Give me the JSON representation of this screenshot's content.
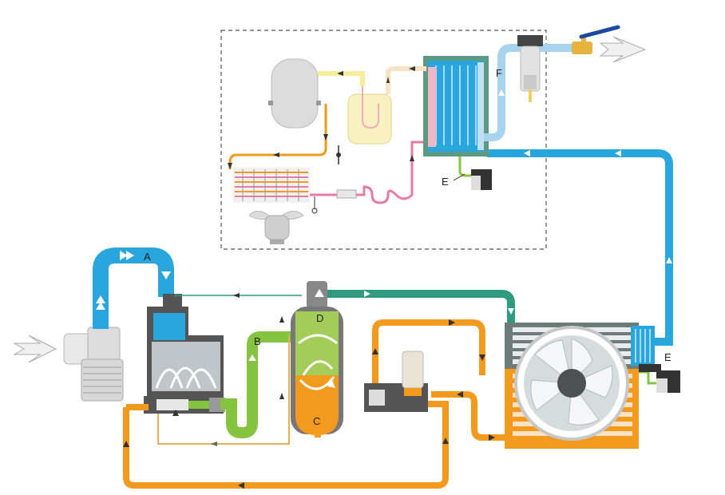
{
  "labels": {
    "A": "A",
    "B": "B",
    "C": "C",
    "D": "D",
    "E_dryer": "E",
    "E_cooler": "E",
    "F": "F"
  },
  "colors": {
    "intake_air": "#2aa6df",
    "compressed_air": "#86c440",
    "air_oil": "#2e9a80",
    "oil": "#f39a1e",
    "refrigerant_hot": "#e87aa6",
    "refrigerant_liquid": "#f6ee9a",
    "dry_air": "#a7d3ef",
    "pipe_thin": "#e8b04c",
    "arrow_white": "#ffffff",
    "arrow_dark": "#333333"
  },
  "icons": {
    "inlet": "double-chevron-right-icon",
    "outlet": "double-chevron-right-icon",
    "fan": "fan-icon",
    "valve": "ball-valve-icon"
  }
}
